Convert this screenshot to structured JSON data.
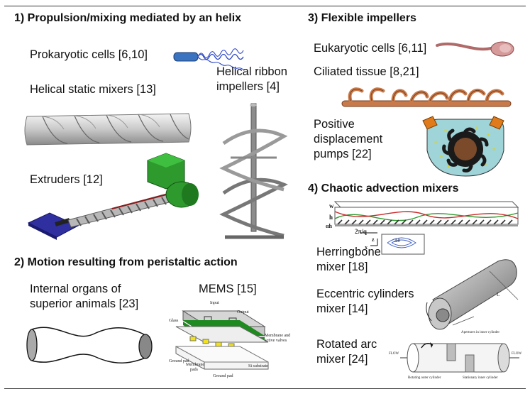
{
  "section1": {
    "title": "1) Propulsion/mixing mediated by an helix",
    "prokaryotic": "Prokaryotic cells [6,10]",
    "static_mixers": "Helical static mixers [13]",
    "ribbon_line1": "Helical ribbon",
    "ribbon_line2": "impellers [4]",
    "extruders": "Extruders [12]"
  },
  "section2": {
    "title": "2) Motion resulting from peristaltic action",
    "organs_line1": "Internal organs of",
    "organs_line2": "superior animals [23]",
    "mems": "MEMS [15]",
    "mems_labels": {
      "input": "Input",
      "output": "Output",
      "glass": "Glass",
      "membrane_valves_1": "Membrane and",
      "membrane_valves_2": "active valves",
      "membrane_pads_1": "Membrane",
      "membrane_pads_2": "pads",
      "ground_pad_left": "Ground pad",
      "ground_pad_bottom": "Ground pad",
      "si_substrate": "Si substrate"
    }
  },
  "section3": {
    "title": "3) Flexible impellers",
    "eukaryotic": "Eukaryotic cells [6,11]",
    "ciliated": "Ciliated tissue [8,21]",
    "pumps_line1": "Positive",
    "pumps_line2": "displacement",
    "pumps_line3": "pumps [22]"
  },
  "section4": {
    "title": "4) Chaotic advection mixers",
    "herringbone_line1": "Herringbone",
    "herringbone_line2": "mixer [18]",
    "eccentric_line1": "Eccentric cylinders",
    "eccentric_line2": "mixer [14]",
    "rotated_line1": "Rotated arc",
    "rotated_line2": "mixer [24]",
    "herringbone_labels": {
      "w": "w",
      "h": "h",
      "alpha_h": "αh",
      "wavelength": "2π/q",
      "z": "z",
      "x": "x",
      "delta": "Δθ"
    },
    "eccentric_label": "L",
    "rotated_labels": {
      "flow_left": "FLOW",
      "flow_right": "FLOW",
      "apertures": "Apertures in inner cylinder",
      "rotating_outer": "Rotating outer cylinder",
      "stationary_inner": "Stationary inner cylinder"
    }
  }
}
